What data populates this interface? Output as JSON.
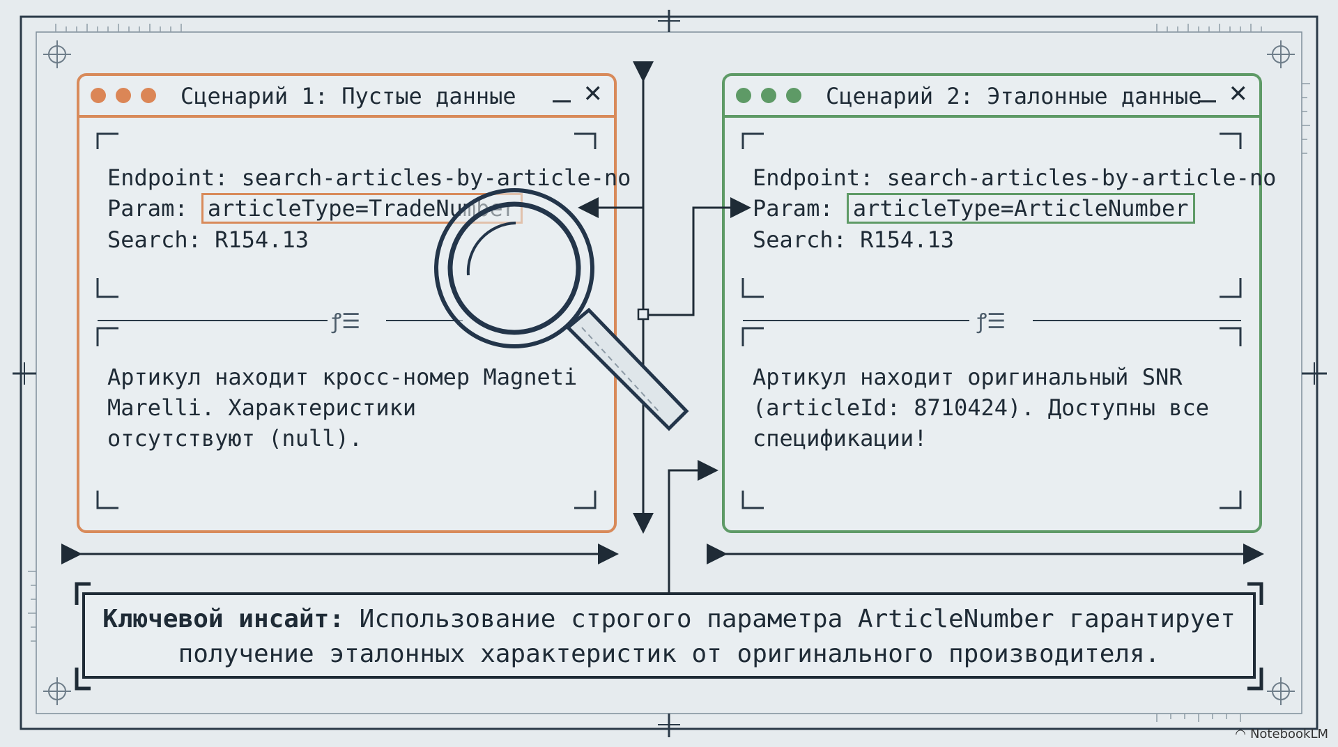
{
  "scenario1": {
    "title": "Сценарий 1: Пустые данные",
    "endpoint_line": "Endpoint: search-articles-by-article-no",
    "param_label": "Param: ",
    "param_value": "articleType=TradeNumber",
    "search_line": "Search: R154.13",
    "description": "Артикул находит кросс-номер Magneti\nMarelli. Характеристики\nотсутствуют (null).",
    "accent_color": "#d88a5a"
  },
  "scenario2": {
    "title": "Сценарий 2: Эталонные данные",
    "endpoint_line": "Endpoint: search-articles-by-article-no",
    "param_label": "Param: ",
    "param_value": "articleType=ArticleNumber",
    "search_line": "Search: R154.13",
    "description": "Артикул находит оригинальный SNR\n(articleId: 8710424). Доступны все\nспецификации!",
    "accent_color": "#5e9a66"
  },
  "insight": {
    "label": "Ключевой инсайт:",
    "text": " Использование строгого параметра ArticleNumber гарантирует получение эталонных характеристик от оригинального производителя.",
    "border_color": "#1f2b36"
  },
  "brand": {
    "label": "NotebookLM"
  },
  "icons": [
    "magnifier-icon",
    "list-icon",
    "close-icon",
    "minimize-icon",
    "crosshair-icon"
  ]
}
